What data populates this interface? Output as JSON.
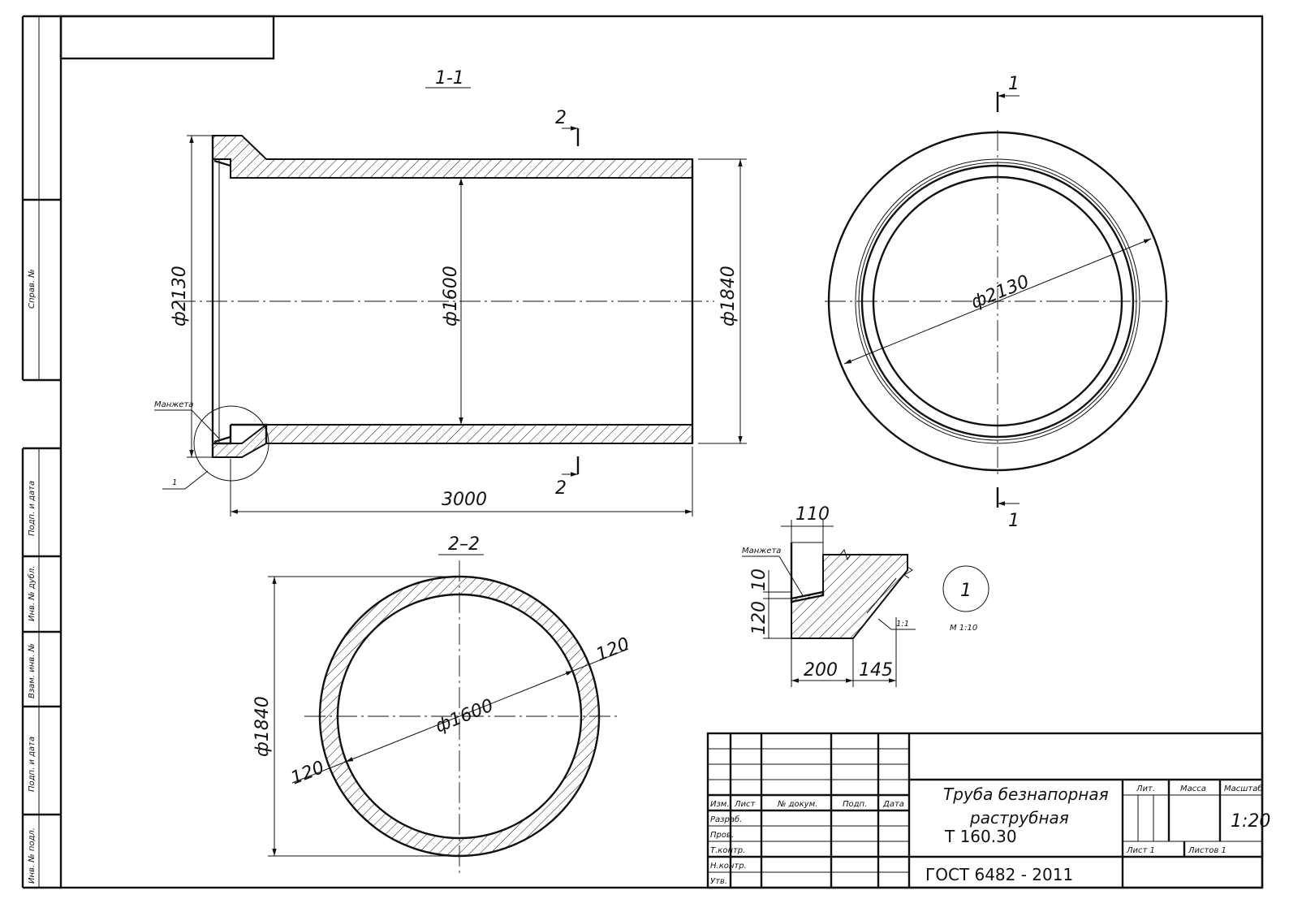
{
  "side_stamp": {
    "sprav": "Справ. №",
    "podp_data_1": "Подп. и дата",
    "inv_dubl": "Инв. № дубл.",
    "vzam_inv": "Взам. инв. №",
    "podp_data_2": "Подп. и дата",
    "inv_podl": "Инв. № подл."
  },
  "section_1_1": {
    "label": "1-1",
    "cut_label": "2",
    "dia_socket": "ф2130",
    "dia_inner": "ф1600",
    "dia_outer": "ф1840",
    "length": "3000",
    "manzheta": "Манжета",
    "node_ref": "1"
  },
  "end_view": {
    "cut_label": "1",
    "dia": "ф2130"
  },
  "section_2_2": {
    "label": "2–2",
    "dia_outer": "ф1840",
    "dia_inner": "ф1600",
    "wall_1": "120",
    "wall_2": "120"
  },
  "detail_1": {
    "dim_top": "110",
    "manzheta": "Манжета",
    "dim_10": "10",
    "dim_120": "120",
    "dim_200": "200",
    "dim_145": "145",
    "slope": "1:1",
    "node_number": "1",
    "scale": "М 1:10"
  },
  "title_block": {
    "col_izm": "Изм.",
    "col_list": "Лист",
    "col_dokum": "№ докум.",
    "col_podp": "Подп.",
    "col_data": "Дата",
    "row_razrab": "Разраб.",
    "row_prov": "Пров.",
    "row_tkontr": "Т.контр.",
    "row_nkontr": "Н.контр.",
    "row_utv": "Утв.",
    "title_line1": "Труба безнапорная",
    "title_line2": "раструбная",
    "title_line3": "Т 160.30",
    "lit": "Лит.",
    "massa": "Масса",
    "masshtab": "Масштаб",
    "scale_value": "1:20",
    "list": "Лист 1",
    "listov": "Листов 1",
    "standard": "ГОСТ 6482 - 2011"
  }
}
